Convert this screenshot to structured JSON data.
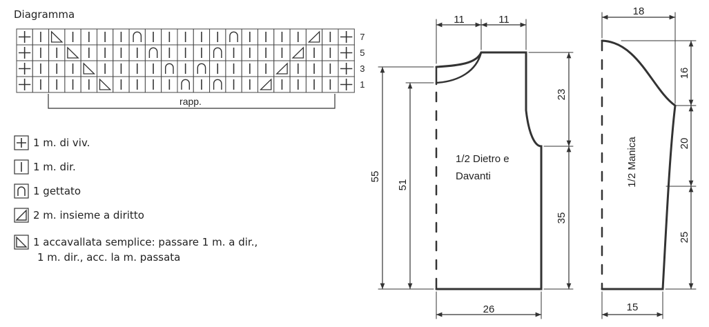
{
  "diagram_title": "Diagramma",
  "chart": {
    "row_numbers": [
      "7",
      "5",
      "3",
      "1"
    ],
    "repeat_label": "rapp.",
    "rows": [
      [
        "edge",
        "k",
        "ssk",
        "k",
        "k",
        "k",
        "k",
        "yo",
        "k",
        "k",
        "k",
        "k",
        "k",
        "yo",
        "k",
        "k",
        "k",
        "k",
        "k2tog",
        "k",
        "edge"
      ],
      [
        "edge",
        "k",
        "k",
        "ssk",
        "k",
        "k",
        "k",
        "k",
        "yo",
        "k",
        "k",
        "k",
        "yo",
        "k",
        "k",
        "k",
        "k",
        "k2tog",
        "k",
        "k",
        "edge"
      ],
      [
        "edge",
        "k",
        "k",
        "k",
        "ssk",
        "k",
        "k",
        "k",
        "k",
        "yo",
        "k",
        "yo",
        "k",
        "k",
        "k",
        "k",
        "k2tog",
        "k",
        "k",
        "k",
        "edge"
      ],
      [
        "edge",
        "k",
        "k",
        "k",
        "k",
        "ssk",
        "k",
        "k",
        "k",
        "k",
        "yo",
        "k",
        "yo",
        "k",
        "k",
        "k2tog",
        "k",
        "k",
        "k",
        "k",
        "edge"
      ]
    ]
  },
  "legend": [
    {
      "icon": "edge",
      "line1": "1 m. di viv.",
      "line2": ""
    },
    {
      "icon": "k",
      "line1": "1 m. dir.",
      "line2": ""
    },
    {
      "icon": "yo",
      "line1": "1 gettato",
      "line2": ""
    },
    {
      "icon": "k2tog",
      "line1": "2 m. insieme a diritto",
      "line2": ""
    },
    {
      "icon": "ssk",
      "line1": "1 accavallata semplice: passare 1 m. a dir.,",
      "line2": "1 m. dir., acc. la m. passata"
    }
  ],
  "back_front": {
    "label_line1": "1/2 Dietro e",
    "label_line2": "Davanti",
    "dims": {
      "neck_half": "11",
      "shoulder": "11",
      "armhole": "23",
      "side": "35",
      "total_height": "55",
      "side_height": "51",
      "width": "26"
    }
  },
  "sleeve": {
    "label": "1/2 Manica",
    "dims": {
      "top_width": "18",
      "cap": "16",
      "upper": "20",
      "lower": "25",
      "cuff": "15"
    }
  }
}
